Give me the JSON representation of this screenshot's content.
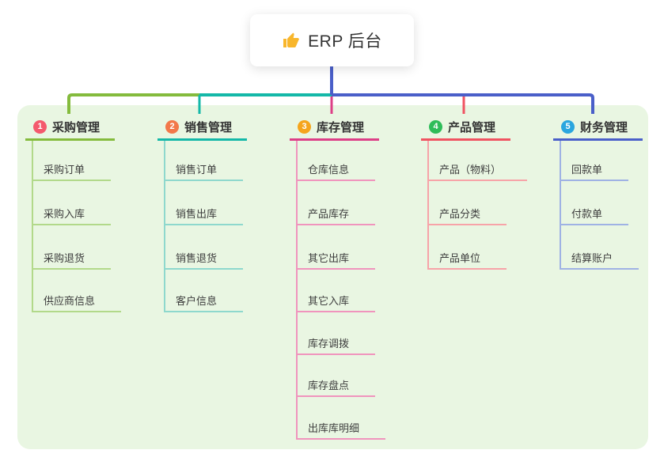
{
  "root": {
    "label": "ERP 后台",
    "icon": "thumbs-up-icon",
    "icon_color": "#f8b62c"
  },
  "connector": {
    "root_line_color": "#4a5fc9"
  },
  "colors": {
    "panel_bg": "#e9f6e2",
    "node_text": "#333333",
    "child_text": "#3d3d3d"
  },
  "branches": [
    {
      "key": "purchase",
      "index": "1",
      "label": "采购管理",
      "badge_color": "#f4596d",
      "line_color": "#84bb3d",
      "child_line_color": "#b2d98a",
      "children": [
        "采购订单",
        "采购入库",
        "采购退货",
        "供应商信息"
      ]
    },
    {
      "key": "sales",
      "index": "2",
      "label": "销售管理",
      "badge_color": "#f2784a",
      "line_color": "#14b8a8",
      "child_line_color": "#8ed8cd",
      "children": [
        "销售订单",
        "销售出库",
        "销售退货",
        "客户信息"
      ]
    },
    {
      "key": "inventory",
      "index": "3",
      "label": "库存管理",
      "badge_color": "#f5a51d",
      "line_color": "#dd3f87",
      "child_line_color": "#f094bd",
      "children": [
        "仓库信息",
        "产品库存",
        "其它出库",
        "其它入库",
        "库存调拨",
        "库存盘点",
        "出库库明细"
      ]
    },
    {
      "key": "product",
      "index": "4",
      "label": "产品管理",
      "badge_color": "#2ebd59",
      "line_color": "#f05361",
      "child_line_color": "#f7a3a8",
      "children": [
        "产品（物料）",
        "产品分类",
        "产品单位"
      ]
    },
    {
      "key": "finance",
      "index": "5",
      "label": "财务管理",
      "badge_color": "#2ba6df",
      "line_color": "#4a5fc9",
      "child_line_color": "#9fb2e4",
      "children": [
        "回款单",
        "付款单",
        "结算账户"
      ]
    }
  ]
}
